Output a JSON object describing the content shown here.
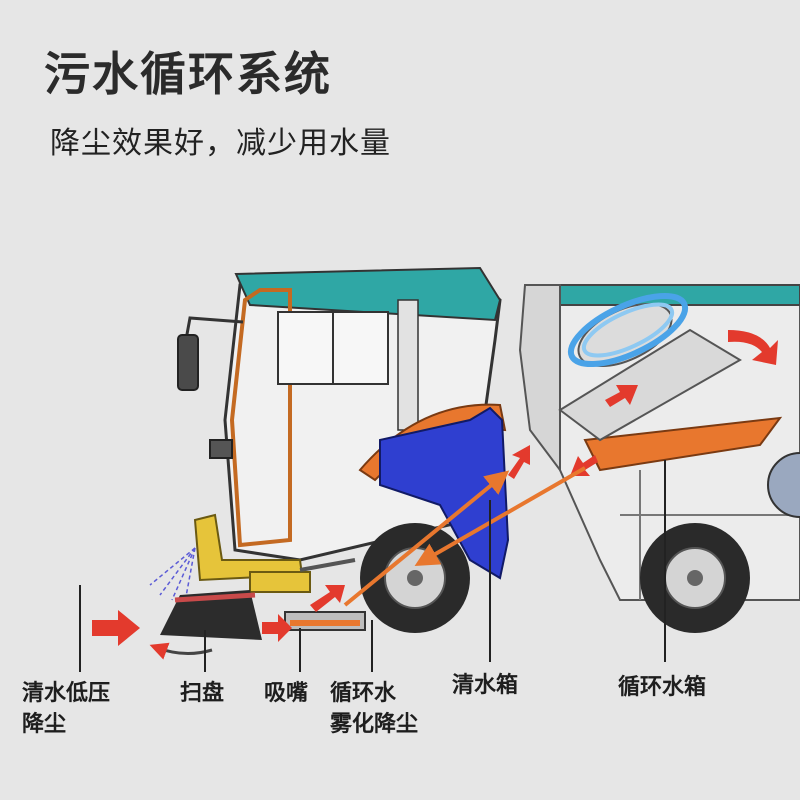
{
  "title": "污水循环系统",
  "subtitle": "降尘效果好，减少用水量",
  "labels": {
    "low_pressure_dust": "清水低压\n降尘",
    "sweep_disc": "扫盘",
    "suction_nozzle": "吸嘴",
    "circulating_mist": "循环水\n雾化降尘",
    "clean_water_tank": "清水箱",
    "circulating_water_tank": "循环水箱"
  },
  "colors": {
    "cab_roof": "#2fa7a5",
    "clean_tank": "#2f3fd0",
    "circulating_tank": "#e8772e",
    "flow_arrow": "#e33a2d",
    "brush": "#c94a4a",
    "swirl": "#4aa3e8"
  }
}
